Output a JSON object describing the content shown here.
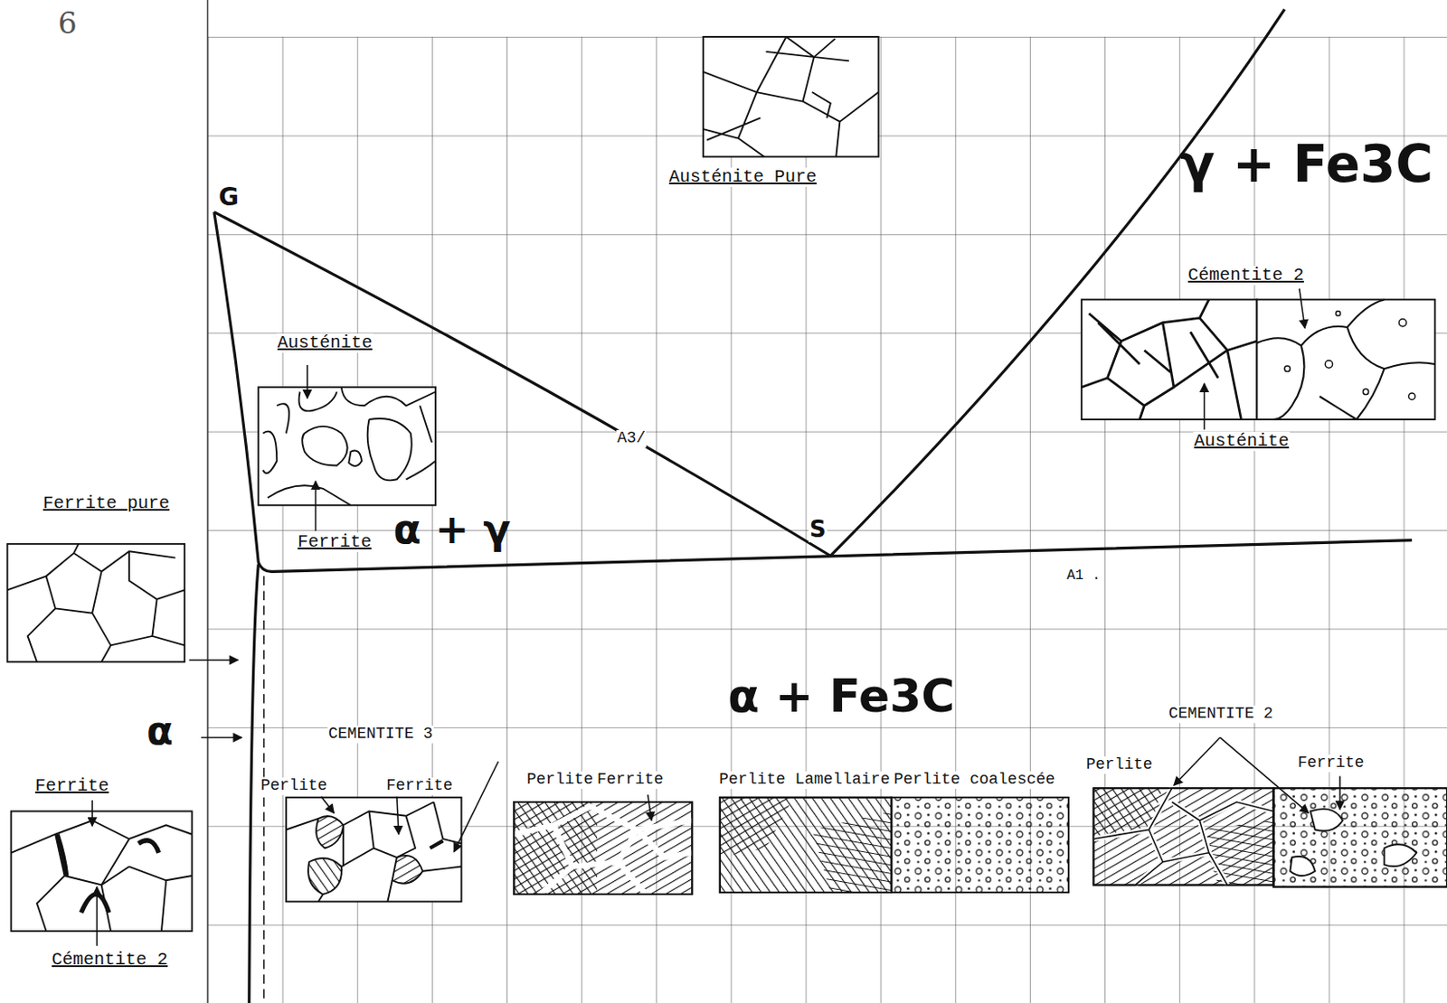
{
  "diagram": {
    "labels": [
      "6",
      "G",
      "Austénite Pure",
      "γ + Fe3C",
      "Cémentite 2",
      "Austénite",
      "A3/",
      "Ferrite pure",
      "Ferrite",
      "α + γ",
      "S",
      "Austénite",
      "A1 .",
      "α",
      "α + Fe3C",
      "CEMENTITE 3",
      "CEMENTITE 2",
      "Ferrite",
      "Perlite",
      "Ferrite",
      "Perlite",
      "Ferrite",
      "Perlite Lamellaire",
      "Perlite coalescée",
      "Perlite",
      "Ferrite",
      "Cémentite 2"
    ]
  }
}
